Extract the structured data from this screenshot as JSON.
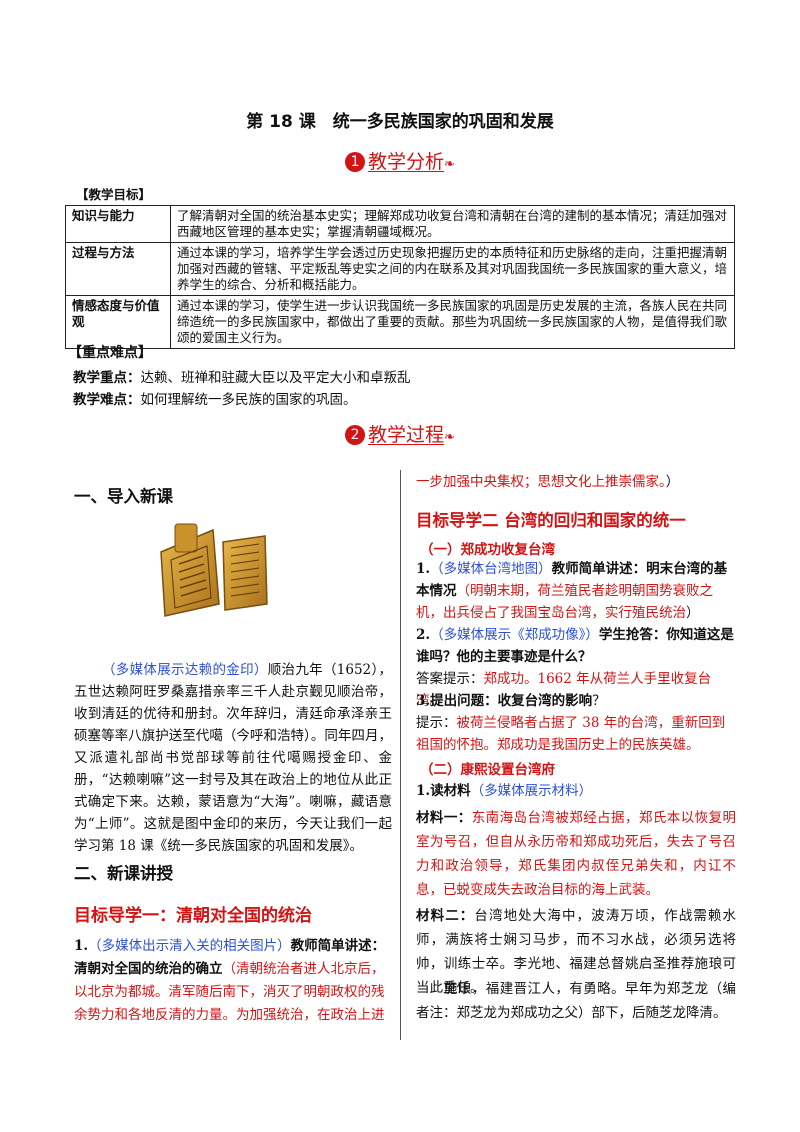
{
  "title": "第 18 课　统一多民族国家的巩固和发展",
  "section1": {
    "num": "1",
    "label": "教学分析"
  },
  "goals_label": "【教学目标】",
  "goals": [
    {
      "label": "知识与能力",
      "text": "了解清朝对全国的统治基本史实；理解郑成功收复台湾和清朝在台湾的建制的基本情况；清廷加强对西藏地区管理的基本史实；掌握清朝疆域概况。"
    },
    {
      "label": "过程与方法",
      "text": "通过本课的学习，培养学生学会透过历史现象把握历史的本质特征和历史脉络的走向，注重把握清朝加强对西藏的管辖、平定叛乱等史实之间的内在联系及其对巩固我国统一多民族国家的重大意义，培养学生的综合、分析和概括能力。"
    },
    {
      "label": "情感态度与价值观",
      "text": "通过本课的学习，使学生进一步认识我国统一多民族国家的巩固是历史发展的主流，各族人民在共同缔造统一的多民族国家中，都做出了重要的贡献。那些为巩固统一多民族国家的人物，是值得我们歌颂的爱国主义行为。"
    }
  ],
  "key_label": "【重点难点】",
  "key_point": {
    "label": "教学重点：",
    "text": "达赖、班禅和驻藏大臣以及平定大小和卓叛乱"
  },
  "difficult_point": {
    "label": "教学难点：",
    "text": "如何理解统一多民族的国家的巩固。"
  },
  "section2": {
    "num": "2",
    "label": "教学过程"
  },
  "left": {
    "h1": "一、导入新课",
    "intro_blue": "（多媒体展示达赖的金印）",
    "intro_text": "顺治九年（1652），五世达赖阿旺罗桑嘉措亲率三千人赴京觐见顺治帝，收到清廷的优待和册封。次年辞归，清廷命承泽亲王硕塞等率八旗护送至代噶（今呼和浩特）。同年四月，又派遣礼部尚书觉部球等前往代噶赐授金印、金册，“达赖喇嘛”这一封号及其在政治上的地位从此正式确定下来。达赖，蒙语意为“大海”。喇嘛，藏语意为“上师”。这就是图中金印的来历，今天让我们一起学习第 18 课《统一多民族国家的巩固和发展》。",
    "h2": "二、新课讲授",
    "goal1": "目标导学一：清朝对全国的统治",
    "p1_num": "1.",
    "p1_blue": "（多媒体出示清入关的相关图片）",
    "p1_bold": "教师简单讲述：清朝对全国的统治的确立",
    "p1_red": "（清朝统治者进人北京后，以北京为都城。清军随后南下，消灭了明朝政权的残余势力和各地反清的力量。为加强统治，在政治上进"
  },
  "right": {
    "cont_red": "一步加强中央集权；思想文化上推崇儒家。",
    "cont_end": "）",
    "goal2": "目标导学二 台湾的回归和国家的统一",
    "sub1": "（一）郑成功收复台湾",
    "q1_num": "1.",
    "q1_blue": "（多媒体台湾地图）",
    "q1_bold": "教师简单讲述：明末台湾的基本情况",
    "q1_red": "（明朝末期，荷兰殖民者趁明朝国势衰败之机，出兵侵占了我国宝岛台湾，实行殖民统治",
    "q1_end": "）",
    "q2_num": "2.",
    "q2_blue": "（多媒体展示《郑成功像》）",
    "q2_bold": "学生抢答：你知道这是谁吗？他的主要事迹是什么？",
    "q2_ans_label": "答案提示：",
    "q2_ans": "郑成功。1662 年从荷兰人手里收复台湾。",
    "q3_bold": "3.提出问题：收复台湾的影响",
    "q3_q": "？",
    "q3_hint_label": "提示：",
    "q3_hint": "被荷兰侵略者占据了 38 年的台湾，重新回到祖国的怀抱。郑成功是我国历史上的民族英雄。",
    "sub2": "（二）康熙设置台湾府",
    "r1_bold": "1.读材料",
    "r1_blue": "（多媒体展示材料）",
    "m1_label": "材料一：",
    "m1_text": "东南海岛台湾被郑经占据，郑氏本以恢复明室为号召，但自从永历帝和郑成功死后，失去了号召力和政治领导，郑氏集团内叔侄兄弟失和，内讧不息，已蜕变成失去政治目标的海上武装。",
    "m2_label": "材料二：",
    "m2_text": "台湾地处大海中，波涛万顷，作战需赖水师，满族将士娴习马步，而不习水战，必须另选将帅，训练士卒。李光地、福建总督姚启圣推荐施琅可当此重任。",
    "p_shi": "施琅，福建晋江人，有勇略。早年为郑芝龙（编者注：郑芝龙为郑成功之父）部下，后随芝龙降清。"
  },
  "colors": {
    "red": "#d21414",
    "blue": "#2c4fd6",
    "seal": "#c8921e"
  }
}
